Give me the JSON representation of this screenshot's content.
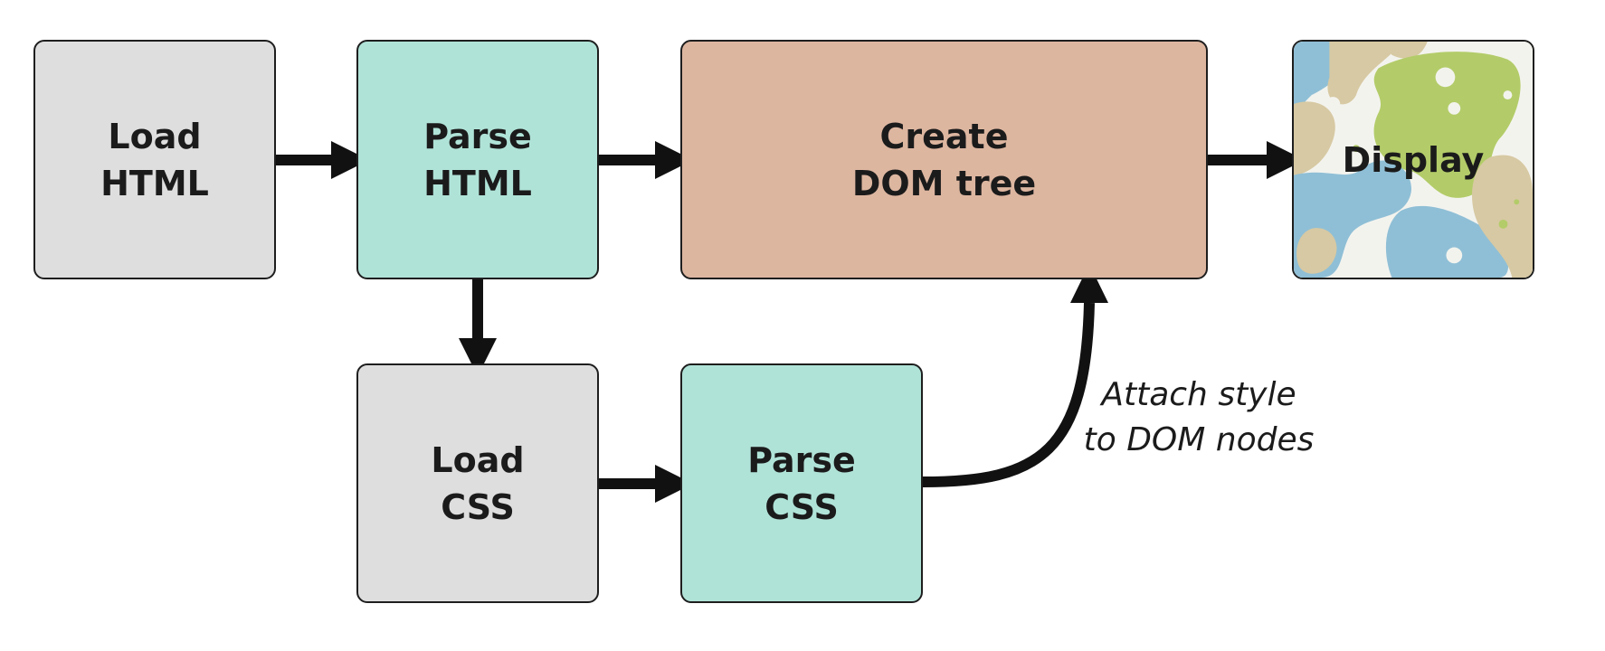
{
  "boxes": {
    "load_html": [
      "Load",
      "HTML"
    ],
    "parse_html": [
      "Parse",
      "HTML"
    ],
    "create_dom": [
      "Create",
      "DOM tree"
    ],
    "display": "Display",
    "load_css": [
      "Load",
      "CSS"
    ],
    "parse_css": [
      "Parse",
      "CSS"
    ]
  },
  "annotation": [
    "Attach style",
    "to DOM nodes"
  ],
  "colors": {
    "load_fill": "#dedede",
    "parse_fill": "#b0e3d8",
    "create_fill": "#ddb6a0",
    "stroke": "#1e1e1e",
    "display_blue": "#8fbfd6",
    "display_green": "#b3cc69",
    "display_tan": "#d7c9a3"
  },
  "icons": {
    "display_background": "abstract-blob-pattern"
  }
}
